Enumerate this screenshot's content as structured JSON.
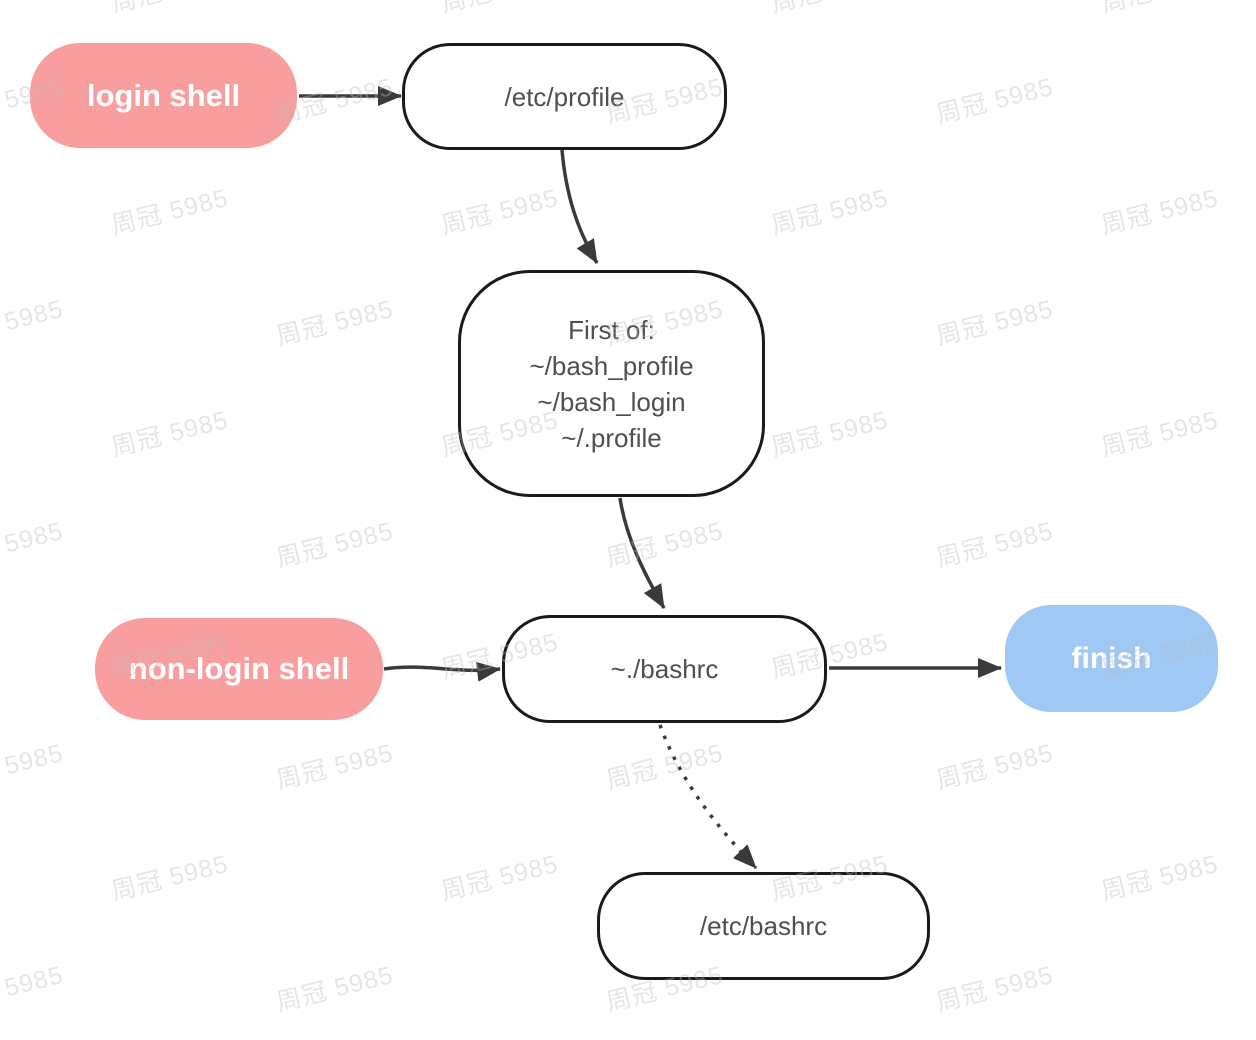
{
  "diagram": {
    "type": "flowchart",
    "nodes": {
      "login_shell": {
        "label": "login shell",
        "fill": "#F99E9E",
        "text_color": "#FFFFFF"
      },
      "etc_profile": {
        "label": "/etc/profile",
        "fill": "#FFFFFF",
        "text_color": "#4F4F4F"
      },
      "first_of": {
        "label": "First of:\n~/bash_profile\n~/bash_login\n~/.profile",
        "fill": "#FFFFFF",
        "text_color": "#4F4F4F"
      },
      "non_login_shell": {
        "label": "non-login shell",
        "fill": "#F99E9E",
        "text_color": "#FFFFFF"
      },
      "bashrc": {
        "label": "~./bashrc",
        "fill": "#FFFFFF",
        "text_color": "#4F4F4F"
      },
      "finish": {
        "label": "finish",
        "fill": "#9FC8F4",
        "text_color": "#FFFFFF"
      },
      "etc_bashrc": {
        "label": "/etc/bashrc",
        "fill": "#FFFFFF",
        "text_color": "#4F4F4F"
      }
    },
    "edges": [
      {
        "from": "login_shell",
        "to": "etc_profile",
        "style": "solid"
      },
      {
        "from": "etc_profile",
        "to": "first_of",
        "style": "solid"
      },
      {
        "from": "first_of",
        "to": "bashrc",
        "style": "solid"
      },
      {
        "from": "non_login_shell",
        "to": "bashrc",
        "style": "solid"
      },
      {
        "from": "bashrc",
        "to": "finish",
        "style": "solid"
      },
      {
        "from": "bashrc",
        "to": "etc_bashrc",
        "style": "dashed"
      }
    ]
  },
  "watermark": {
    "text": "周冠 5985"
  },
  "colors": {
    "background": "#FFFFFF",
    "node_border": "#1A1A1A",
    "arrow": "#3A3A3A",
    "accent_pink": "#F99E9E",
    "accent_blue": "#9FC8F4"
  }
}
